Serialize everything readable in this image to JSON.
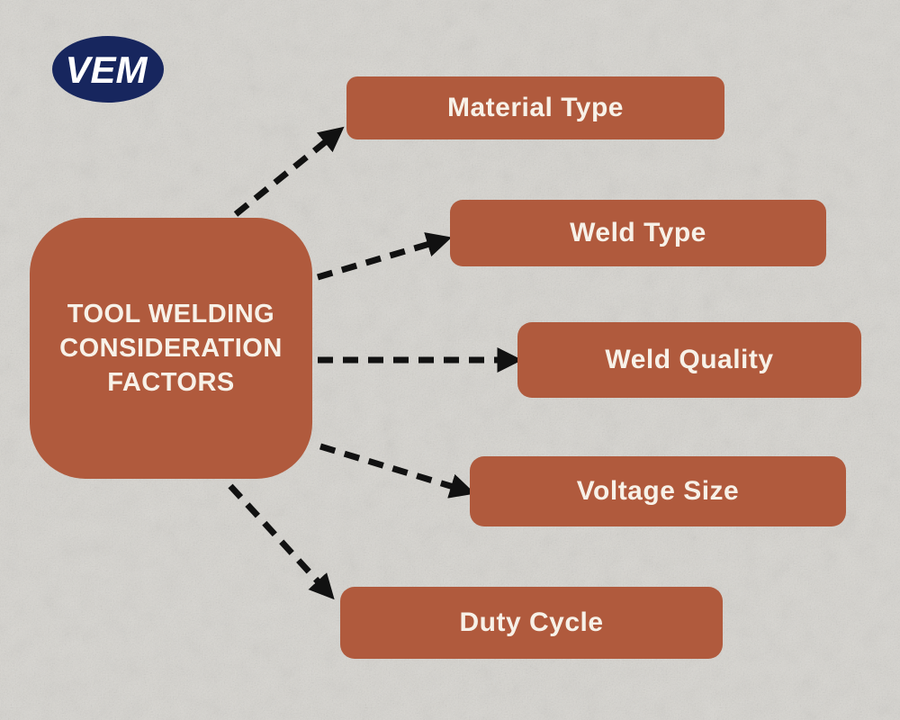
{
  "logo": {
    "text": "VEM",
    "bg_color": "#17265e",
    "text_color": "#ffffff"
  },
  "center_box": {
    "label": "TOOL WELDING CONSIDERATION FACTORS",
    "lines": [
      "TOOL WELDING",
      "CONSIDERATION",
      "FACTORS"
    ]
  },
  "factors": [
    {
      "label": "Material Type"
    },
    {
      "label": "Weld Type"
    },
    {
      "label": "Weld Quality"
    },
    {
      "label": "Voltage Size"
    },
    {
      "label": "Duty Cycle"
    }
  ],
  "colors": {
    "box_fill": "#b05a3d",
    "box_text": "#f7f1e8",
    "arrow": "#111111",
    "background": "#d7d5d0",
    "logo_navy": "#17265e"
  }
}
